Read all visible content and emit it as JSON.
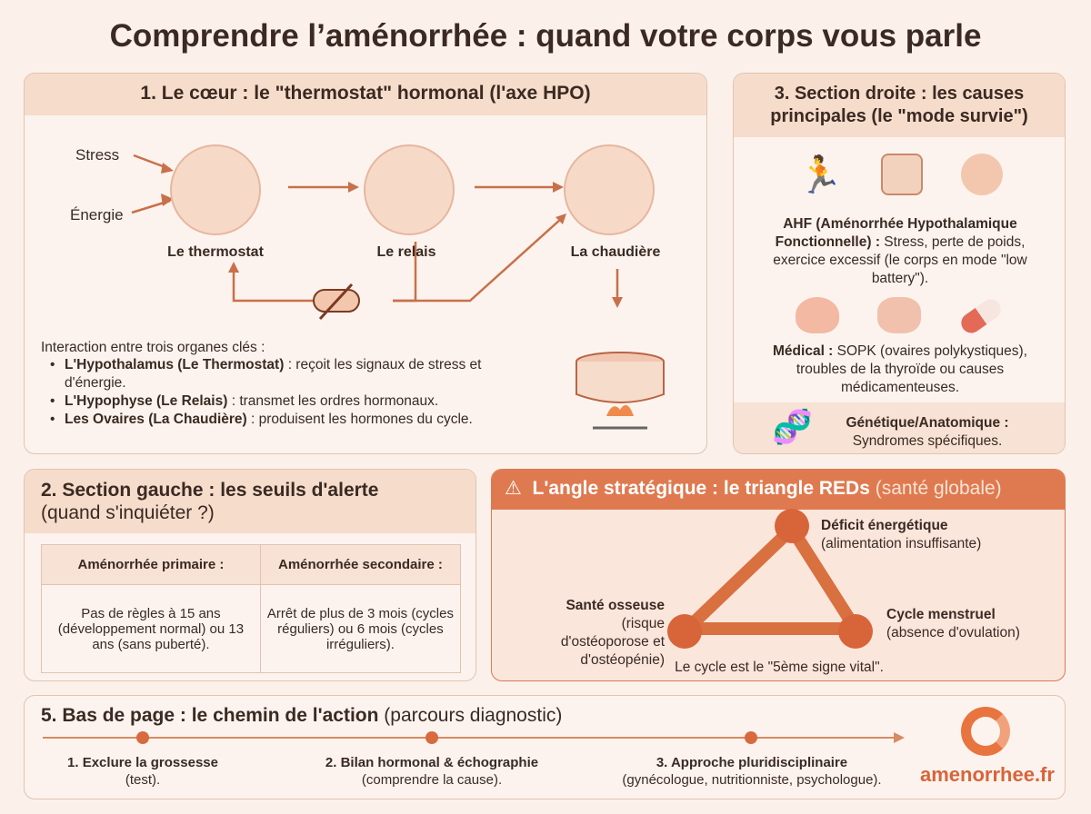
{
  "title": "Comprendre l’aménorrhée : quand votre corps vous parle",
  "section1": {
    "heading": "1. Le cœur : le \"thermostat\" hormonal (l'axe HPO)",
    "inputs": [
      "Stress",
      "Énergie"
    ],
    "organs": [
      "Le thermostat",
      "Le relais",
      "La chaudière"
    ],
    "intro": "Interaction entre trois organes clés :",
    "items": [
      {
        "bold": "L'Hypothalamus (Le Thermostat)",
        "text": " : reçoit les signaux de stress et d'énergie."
      },
      {
        "bold": "L'Hypophyse (Le Relais)",
        "text": " : transmet les ordres hormonaux."
      },
      {
        "bold": "Les Ovaires (La Chaudière)",
        "text": " : produisent les hormones du cycle."
      }
    ]
  },
  "section3": {
    "heading": "3. Section droite : les causes principales (le \"mode survie\")",
    "ahf_bold": "AHF (Aménorrhée Hypothalamique Fonctionnelle) :",
    "ahf_text": " Stress, perte de poids, exercice excessif (le corps en mode \"low battery\").",
    "med_bold": "Médical :",
    "med_text": " SOPK (ovaires polykystiques), troubles de la thyroïde ou causes médicamenteuses.",
    "gen_bold": "Génétique/Anatomique :",
    "gen_text": "Syndromes spécifiques."
  },
  "section2": {
    "heading": "2. Section gauche : les seuils d'alerte",
    "subheading": "(quand s'inquiéter ?)",
    "columns": [
      "Aménorrhée primaire :",
      "Aménorrhée secondaire :"
    ],
    "cells": [
      "Pas de règles à 15 ans (développement normal) ou 13 ans (sans puberté).",
      "Arrêt de plus de 3 mois (cycles réguliers) ou 6 mois (cycles irréguliers)."
    ]
  },
  "reds": {
    "heading_bold": "L'angle stratégique : le triangle REDs",
    "heading_light": " (santé globale)",
    "nodes": [
      {
        "title": "Déficit énergétique",
        "sub": "(alimentation insuffisante)"
      },
      {
        "title": "Santé osseuse",
        "sub": "(risque d'ostéoporose et d'ostéopénie)"
      },
      {
        "title": "Cycle menstruel",
        "sub": "(absence d'ovulation)"
      }
    ],
    "footer": "Le cycle est le \"5ème signe vital\"."
  },
  "section5": {
    "heading_bold": "5. Bas de page : le chemin de l'action",
    "heading_light": " (parcours diagnostic)",
    "steps": [
      {
        "title": "1. Exclure la grossesse",
        "sub": "(test)."
      },
      {
        "title": "2. Bilan hormonal & échographie",
        "sub": "(comprendre la cause)."
      },
      {
        "title": "3. Approche pluridisciplinaire",
        "sub": "(gynécologue, nutritionniste, psychologue)."
      }
    ],
    "logo": "amenorrhee.fr"
  },
  "colors": {
    "accent": "#d86a3f",
    "header_bg": "#f6dccb",
    "reds_header": "#df7a50",
    "text": "#3a2a22"
  }
}
